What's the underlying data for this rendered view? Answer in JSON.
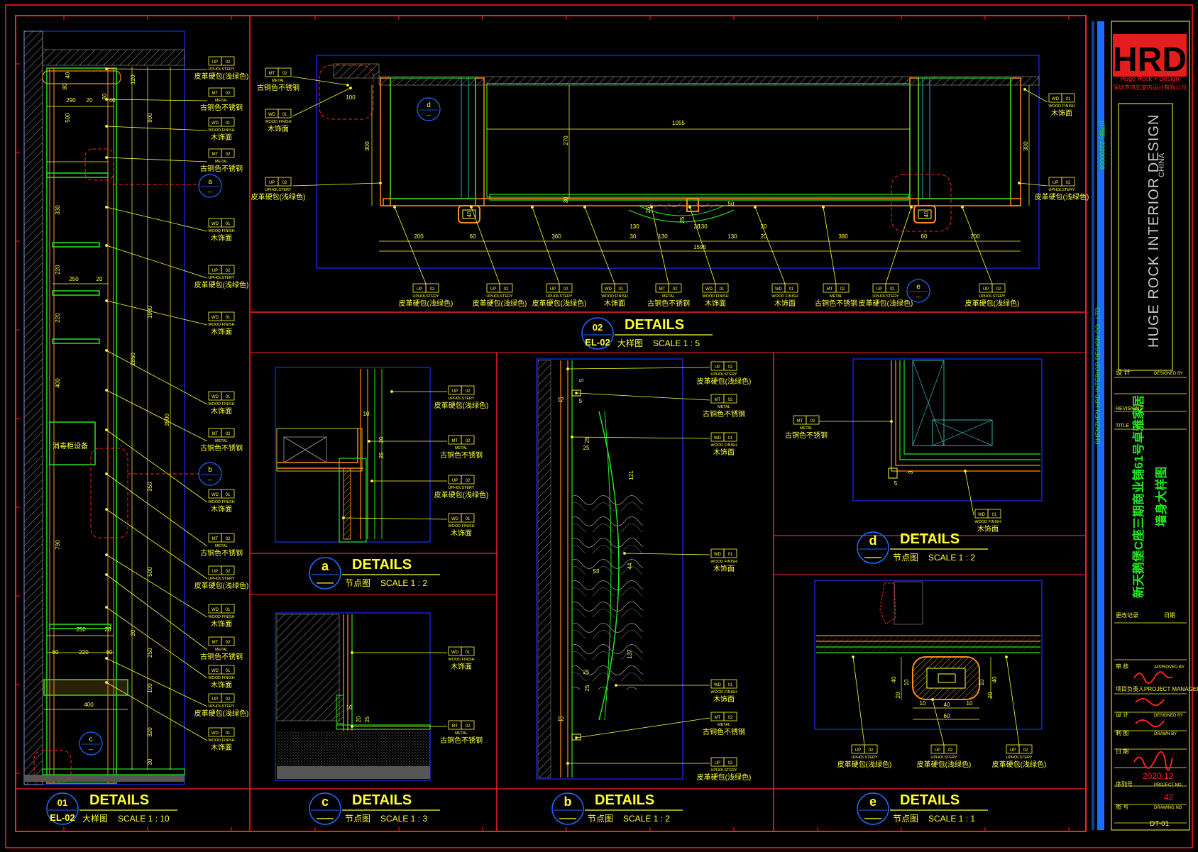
{
  "colors": {
    "background": "#000000",
    "border": "#ff2020",
    "frame": "#1a2dff",
    "text": "#ffff33",
    "linework": "#ffff33",
    "green": "#22e822",
    "orange": "#ff8c1a",
    "accent_blue": "#1e90ff",
    "cyan": "#3fd6d6"
  },
  "materials": {
    "UP": {
      "code": "UP",
      "num": "02",
      "type": "UPHOLSTERY",
      "name": "皮革硬包(浅绿色)"
    },
    "MT": {
      "code": "MT",
      "num": "02",
      "type": "METAL",
      "name": "古铜色不锈钢"
    },
    "WD": {
      "code": "WD",
      "num": "01",
      "type": "WOOD FINISH",
      "name": "木饰面"
    }
  },
  "panels": [
    {
      "key": "d01",
      "num": "01",
      "ref": "EL-02",
      "title": "DETAILS",
      "cn": "大样图",
      "scale": "SCALE 1 : 10"
    },
    {
      "key": "d02",
      "num": "02",
      "ref": "EL-02",
      "title": "DETAILS",
      "cn": "大样图",
      "scale": "SCALE 1 : 5"
    },
    {
      "key": "a",
      "num": "a",
      "ref": "——",
      "title": "DETAILS",
      "cn": "节点图",
      "scale": "SCALE 1 : 2"
    },
    {
      "key": "c",
      "num": "c",
      "ref": "——",
      "title": "DETAILS",
      "cn": "节点图",
      "scale": "SCALE 1 : 3"
    },
    {
      "key": "b",
      "num": "b",
      "ref": "——",
      "title": "DETAILS",
      "cn": "节点图",
      "scale": "SCALE 1 : 2"
    },
    {
      "key": "d",
      "num": "d",
      "ref": "——",
      "title": "DETAILS",
      "cn": "节点图",
      "scale": "SCALE 1 : 2"
    },
    {
      "key": "e",
      "num": "e",
      "ref": "——",
      "title": "DETAILS",
      "cn": "节点图",
      "scale": "SCALE 1 : 1"
    }
  ],
  "elevation_label": "消毒柜设备",
  "dims_01": {
    "widths": [
      "290",
      "20",
      "40",
      "250",
      "20",
      "250",
      "20",
      "60",
      "220",
      "60",
      "400"
    ],
    "heights": [
      "120",
      "40",
      "80",
      "60",
      "500",
      "900",
      "330",
      "220",
      "220",
      "1980",
      "400",
      "2850",
      "3500",
      "350",
      "790",
      "500",
      "20",
      "250",
      "100",
      "320",
      "30"
    ]
  },
  "dims_02": {
    "top": [
      "100",
      "1055",
      "270",
      "300",
      "300",
      "30",
      "40",
      "40",
      "25",
      "25",
      "50"
    ],
    "bottom": [
      "200",
      "60",
      "360",
      "30",
      "130",
      "130",
      "20",
      "20",
      "130",
      "130",
      "20",
      "380",
      "60",
      "200",
      "1595"
    ]
  },
  "dims_a": [
    "10",
    "20",
    "25"
  ],
  "dims_b": [
    "5",
    "12",
    "5",
    "25",
    "25",
    "53",
    "44",
    "121",
    "137",
    "25",
    "25",
    "12"
  ],
  "dims_c": [
    "10",
    "20",
    "25"
  ],
  "dims_d": [
    "5",
    "3"
  ],
  "dims_e": [
    "40",
    "20",
    "10",
    "10",
    "20",
    "40",
    "10",
    "40",
    "10",
    "60"
  ],
  "markers": {
    "a": "a",
    "b": "b",
    "c": "c",
    "d": "d",
    "e": "e",
    "dash": "---"
  },
  "title_block": {
    "logo": "HRD",
    "logo_sub": "Huge Rock + Design",
    "logo_cn": "深圳市鸿石室内设计有限公司",
    "phone": "(0755)-22200008",
    "company_en": "SHENZHEN HRD INTERIOR DESIGN CO., LTD",
    "brand": "HUGE ROCK INTERIOR DESIGN",
    "brand_country": "CHINA",
    "design_label": "设 计",
    "design_en": "DESIGNED BY",
    "revisions": "REVISIONS",
    "title_label": "TITLE",
    "project": "新天鹅堡C座三期商业铺61号卓雅家居",
    "drawing": "墙身大样图",
    "modify": "更改记录",
    "date_col": "日期",
    "review": "审 核",
    "review_en": "APPROVED BY",
    "pm": "项目负责人PROJECT MANAGER",
    "designer": "设 计",
    "designer_en": "DESIGNED BY",
    "draw": "制 图",
    "draw_en": "DRAWN BY",
    "date_label": "日 期",
    "date": "2020.12",
    "serial_label": "序列号",
    "serial_en": "PROJECT NO",
    "serial": "42",
    "no_label": "图 号",
    "no_en": "DRAWING NO",
    "no": "DT-01"
  }
}
